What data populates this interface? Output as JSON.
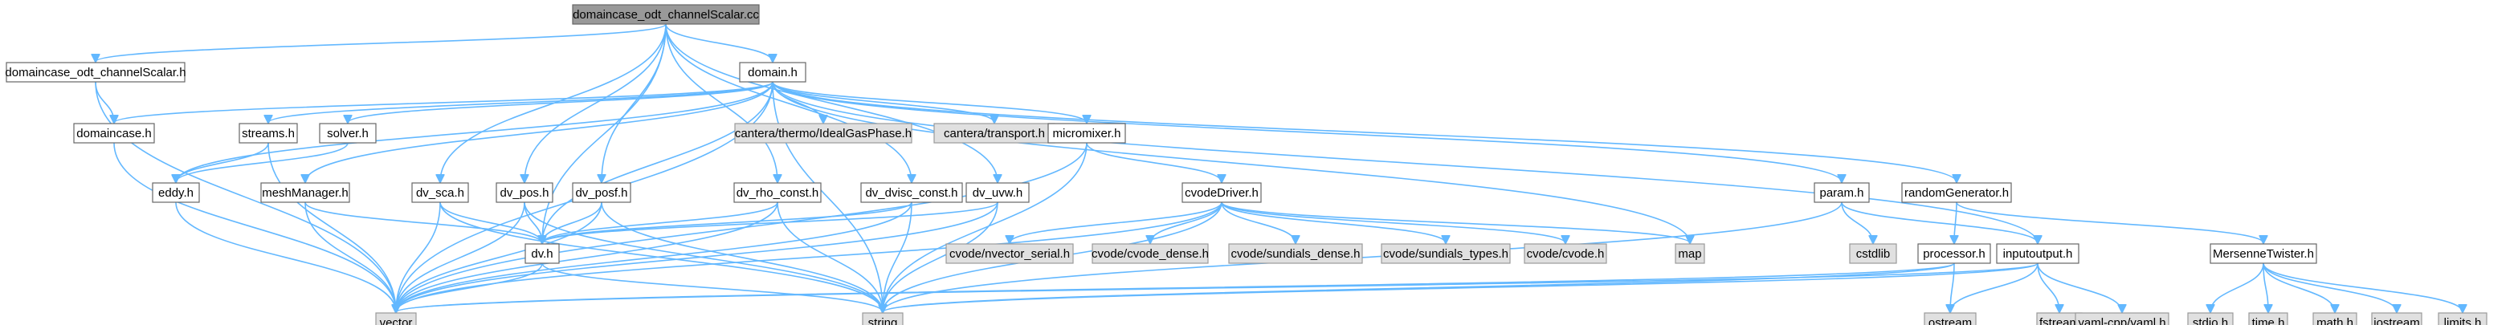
{
  "graph_title": "domaincase_odt_channelScalar.cc",
  "colors": {
    "edge": "#63b8ff",
    "source_fill": "#999999",
    "header_fill": "#ffffff",
    "external_fill": "#e0e0e0",
    "border": "#666666",
    "external_border": "#999999"
  },
  "nodes": [
    {
      "id": "root",
      "label": "domaincase_odt_channelScalar.cc",
      "kind": "source"
    },
    {
      "id": "dcs_h",
      "label": "domaincase_odt_channelScalar.h",
      "kind": "header"
    },
    {
      "id": "domain_h",
      "label": "domain.h",
      "kind": "header"
    },
    {
      "id": "domaincase_h",
      "label": "domaincase.h",
      "kind": "header"
    },
    {
      "id": "streams_h",
      "label": "streams.h",
      "kind": "header"
    },
    {
      "id": "solver_h",
      "label": "solver.h",
      "kind": "header"
    },
    {
      "id": "idealgas",
      "label": "cantera/thermo/IdealGasPhase.h",
      "kind": "external"
    },
    {
      "id": "transport",
      "label": "cantera/transport.h",
      "kind": "external"
    },
    {
      "id": "micromixer_h",
      "label": "micromixer.h",
      "kind": "header"
    },
    {
      "id": "eddy_h",
      "label": "eddy.h",
      "kind": "header"
    },
    {
      "id": "meshmanager_h",
      "label": "meshManager.h",
      "kind": "header"
    },
    {
      "id": "dv_sca_h",
      "label": "dv_sca.h",
      "kind": "header"
    },
    {
      "id": "dv_pos_h",
      "label": "dv_pos.h",
      "kind": "header"
    },
    {
      "id": "dv_posf_h",
      "label": "dv_posf.h",
      "kind": "header"
    },
    {
      "id": "dv_rho_const_h",
      "label": "dv_rho_const.h",
      "kind": "header"
    },
    {
      "id": "dv_dvisc_const_h",
      "label": "dv_dvisc_const.h",
      "kind": "header"
    },
    {
      "id": "dv_uvw_h",
      "label": "dv_uvw.h",
      "kind": "header"
    },
    {
      "id": "cvodedriver_h",
      "label": "cvodeDriver.h",
      "kind": "header"
    },
    {
      "id": "param_h",
      "label": "param.h",
      "kind": "header"
    },
    {
      "id": "randomgen_h",
      "label": "randomGenerator.h",
      "kind": "header"
    },
    {
      "id": "dv_h",
      "label": "dv.h",
      "kind": "header"
    },
    {
      "id": "map",
      "label": "map",
      "kind": "external"
    },
    {
      "id": "cstdlib",
      "label": "cstdlib",
      "kind": "external"
    },
    {
      "id": "inputoutput_h",
      "label": "inputoutput.h",
      "kind": "header"
    },
    {
      "id": "processor_h",
      "label": "processor.h",
      "kind": "header"
    },
    {
      "id": "mersenne_h",
      "label": "MersenneTwister.h",
      "kind": "header"
    },
    {
      "id": "nvector",
      "label": "cvode/nvector_serial.h",
      "kind": "external"
    },
    {
      "id": "cvode_dense",
      "label": "cvode/cvode_dense.h",
      "kind": "external"
    },
    {
      "id": "sundials_dense",
      "label": "cvode/sundials_dense.h",
      "kind": "external"
    },
    {
      "id": "sundials_types",
      "label": "cvode/sundials_types.h",
      "kind": "external"
    },
    {
      "id": "cvode_h",
      "label": "cvode/cvode.h",
      "kind": "external"
    },
    {
      "id": "vector",
      "label": "vector",
      "kind": "external"
    },
    {
      "id": "string",
      "label": "string",
      "kind": "external"
    },
    {
      "id": "ostream",
      "label": "ostream",
      "kind": "external"
    },
    {
      "id": "fstream",
      "label": "fstream",
      "kind": "external"
    },
    {
      "id": "yaml",
      "label": "yaml-cpp/yaml.h",
      "kind": "external"
    },
    {
      "id": "stdio",
      "label": "stdio.h",
      "kind": "external"
    },
    {
      "id": "time",
      "label": "time.h",
      "kind": "external"
    },
    {
      "id": "math",
      "label": "math.h",
      "kind": "external"
    },
    {
      "id": "iostream",
      "label": "iostream",
      "kind": "external"
    },
    {
      "id": "limits",
      "label": "limits.h",
      "kind": "external"
    }
  ],
  "edges": [
    [
      "root",
      "dcs_h"
    ],
    [
      "root",
      "domain_h"
    ],
    [
      "root",
      "dv_sca_h"
    ],
    [
      "root",
      "dv_pos_h"
    ],
    [
      "root",
      "dv_posf_h"
    ],
    [
      "root",
      "dv_rho_const_h"
    ],
    [
      "root",
      "dv_dvisc_const_h"
    ],
    [
      "root",
      "dv_uvw_h"
    ],
    [
      "root",
      "dv_h"
    ],
    [
      "dcs_h",
      "domaincase_h"
    ],
    [
      "dcs_h",
      "vector"
    ],
    [
      "domain_h",
      "domaincase_h"
    ],
    [
      "domain_h",
      "streams_h"
    ],
    [
      "domain_h",
      "solver_h"
    ],
    [
      "domain_h",
      "idealgas"
    ],
    [
      "domain_h",
      "transport"
    ],
    [
      "domain_h",
      "micromixer_h"
    ],
    [
      "domain_h",
      "eddy_h"
    ],
    [
      "domain_h",
      "meshmanager_h"
    ],
    [
      "domain_h",
      "dv_h"
    ],
    [
      "domain_h",
      "param_h"
    ],
    [
      "domain_h",
      "randomgen_h"
    ],
    [
      "domain_h",
      "inputoutput_h"
    ],
    [
      "domain_h",
      "map"
    ],
    [
      "domain_h",
      "string"
    ],
    [
      "domain_h",
      "vector"
    ],
    [
      "domaincase_h",
      "vector"
    ],
    [
      "streams_h",
      "vector"
    ],
    [
      "streams_h",
      "eddy_h"
    ],
    [
      "solver_h",
      "eddy_h"
    ],
    [
      "micromixer_h",
      "cvodedriver_h"
    ],
    [
      "micromixer_h",
      "vector"
    ],
    [
      "micromixer_h",
      "string"
    ],
    [
      "eddy_h",
      "vector"
    ],
    [
      "meshmanager_h",
      "vector"
    ],
    [
      "meshmanager_h",
      "dv_h"
    ],
    [
      "dv_sca_h",
      "dv_h"
    ],
    [
      "dv_sca_h",
      "vector"
    ],
    [
      "dv_sca_h",
      "string"
    ],
    [
      "dv_pos_h",
      "dv_h"
    ],
    [
      "dv_pos_h",
      "vector"
    ],
    [
      "dv_pos_h",
      "string"
    ],
    [
      "dv_posf_h",
      "dv_h"
    ],
    [
      "dv_posf_h",
      "vector"
    ],
    [
      "dv_posf_h",
      "string"
    ],
    [
      "dv_rho_const_h",
      "dv_h"
    ],
    [
      "dv_rho_const_h",
      "vector"
    ],
    [
      "dv_rho_const_h",
      "string"
    ],
    [
      "dv_dvisc_const_h",
      "dv_h"
    ],
    [
      "dv_dvisc_const_h",
      "vector"
    ],
    [
      "dv_dvisc_const_h",
      "string"
    ],
    [
      "dv_uvw_h",
      "dv_h"
    ],
    [
      "dv_uvw_h",
      "vector"
    ],
    [
      "dv_uvw_h",
      "string"
    ],
    [
      "dv_h",
      "vector"
    ],
    [
      "dv_h",
      "string"
    ],
    [
      "cvodedriver_h",
      "nvector"
    ],
    [
      "cvodedriver_h",
      "cvode_dense"
    ],
    [
      "cvodedriver_h",
      "sundials_dense"
    ],
    [
      "cvodedriver_h",
      "sundials_types"
    ],
    [
      "cvodedriver_h",
      "cvode_h"
    ],
    [
      "cvodedriver_h",
      "map"
    ],
    [
      "cvodedriver_h",
      "vector"
    ],
    [
      "cvodedriver_h",
      "string"
    ],
    [
      "param_h",
      "cstdlib"
    ],
    [
      "param_h",
      "inputoutput_h"
    ],
    [
      "param_h",
      "string"
    ],
    [
      "randomgen_h",
      "processor_h"
    ],
    [
      "randomgen_h",
      "mersenne_h"
    ],
    [
      "processor_h",
      "ostream"
    ],
    [
      "processor_h",
      "vector"
    ],
    [
      "processor_h",
      "string"
    ],
    [
      "inputoutput_h",
      "ostream"
    ],
    [
      "inputoutput_h",
      "fstream"
    ],
    [
      "inputoutput_h",
      "yaml"
    ],
    [
      "inputoutput_h",
      "vector"
    ],
    [
      "inputoutput_h",
      "string"
    ],
    [
      "mersenne_h",
      "stdio"
    ],
    [
      "mersenne_h",
      "time"
    ],
    [
      "mersenne_h",
      "math"
    ],
    [
      "mersenne_h",
      "iostream"
    ],
    [
      "mersenne_h",
      "limits"
    ]
  ]
}
